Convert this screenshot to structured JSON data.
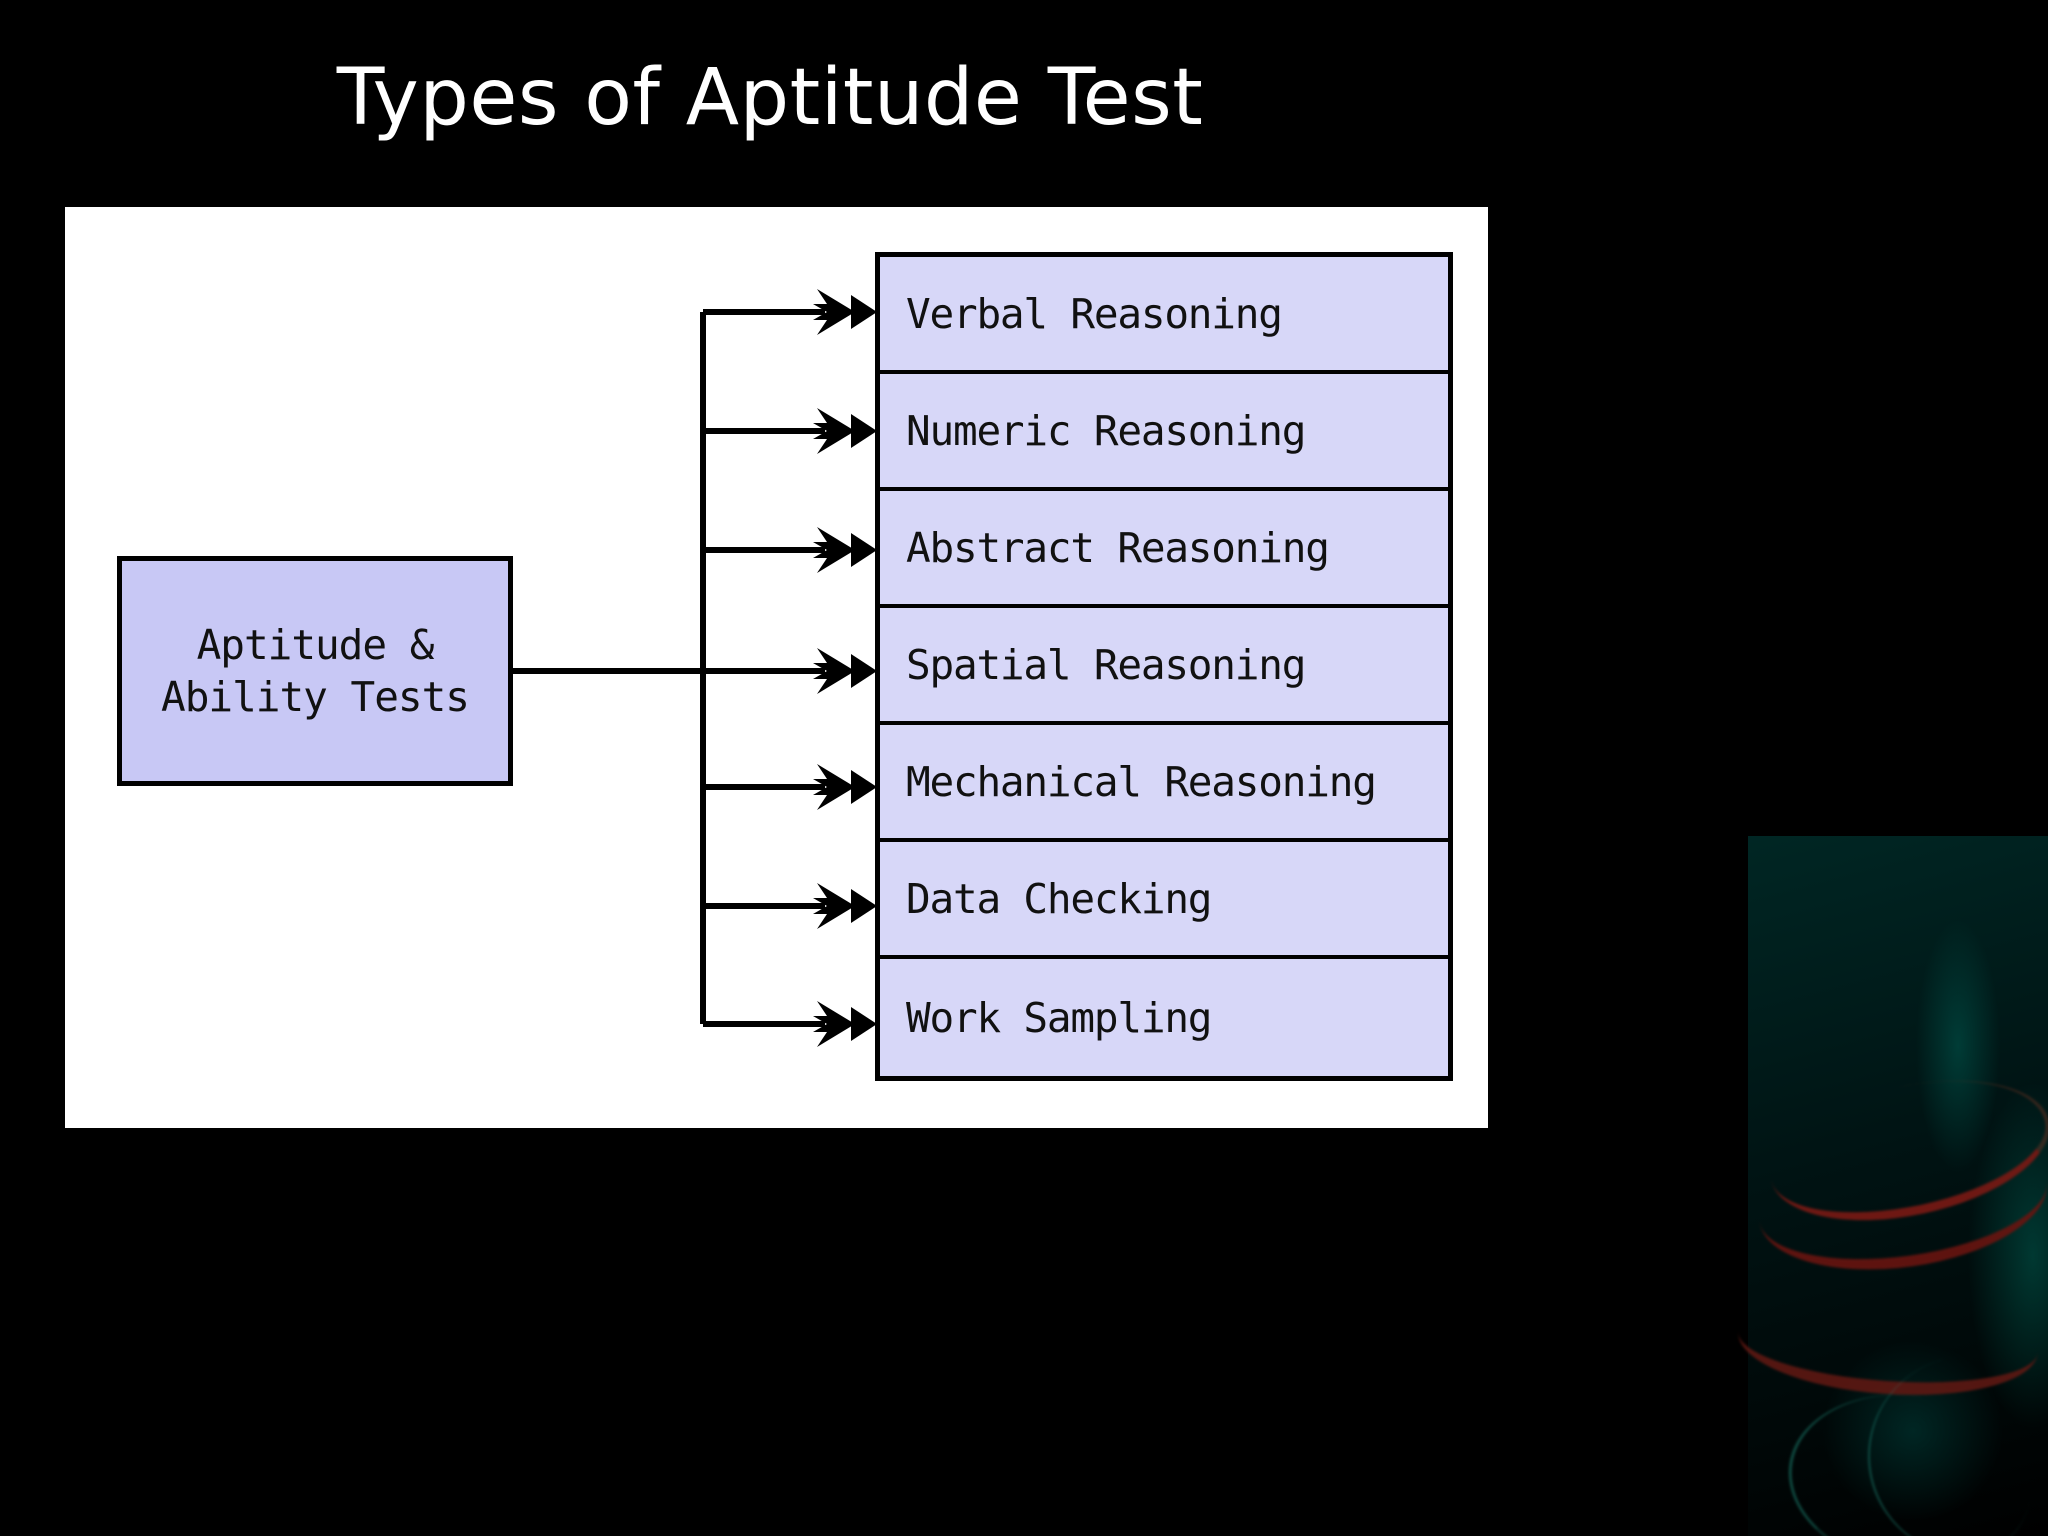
{
  "slide": {
    "title": "Types of Aptitude Test",
    "background_color": "#000000",
    "canvas_color": "#ffffff"
  },
  "diagram": {
    "type": "tree",
    "root": {
      "label": "Aptitude &\nAbility Tests",
      "fill_color": "#c8c8f5",
      "border_color": "#000000"
    },
    "branch_fill_color": "#d7d7f8",
    "branch_border_color": "#000000",
    "connector_color": "#000000",
    "branches": [
      {
        "label": "Verbal Reasoning"
      },
      {
        "label": "Numeric Reasoning"
      },
      {
        "label": "Abstract Reasoning"
      },
      {
        "label": "Spatial Reasoning"
      },
      {
        "label": "Mechanical Reasoning"
      },
      {
        "label": "Data Checking"
      },
      {
        "label": "Work Sampling"
      }
    ]
  }
}
